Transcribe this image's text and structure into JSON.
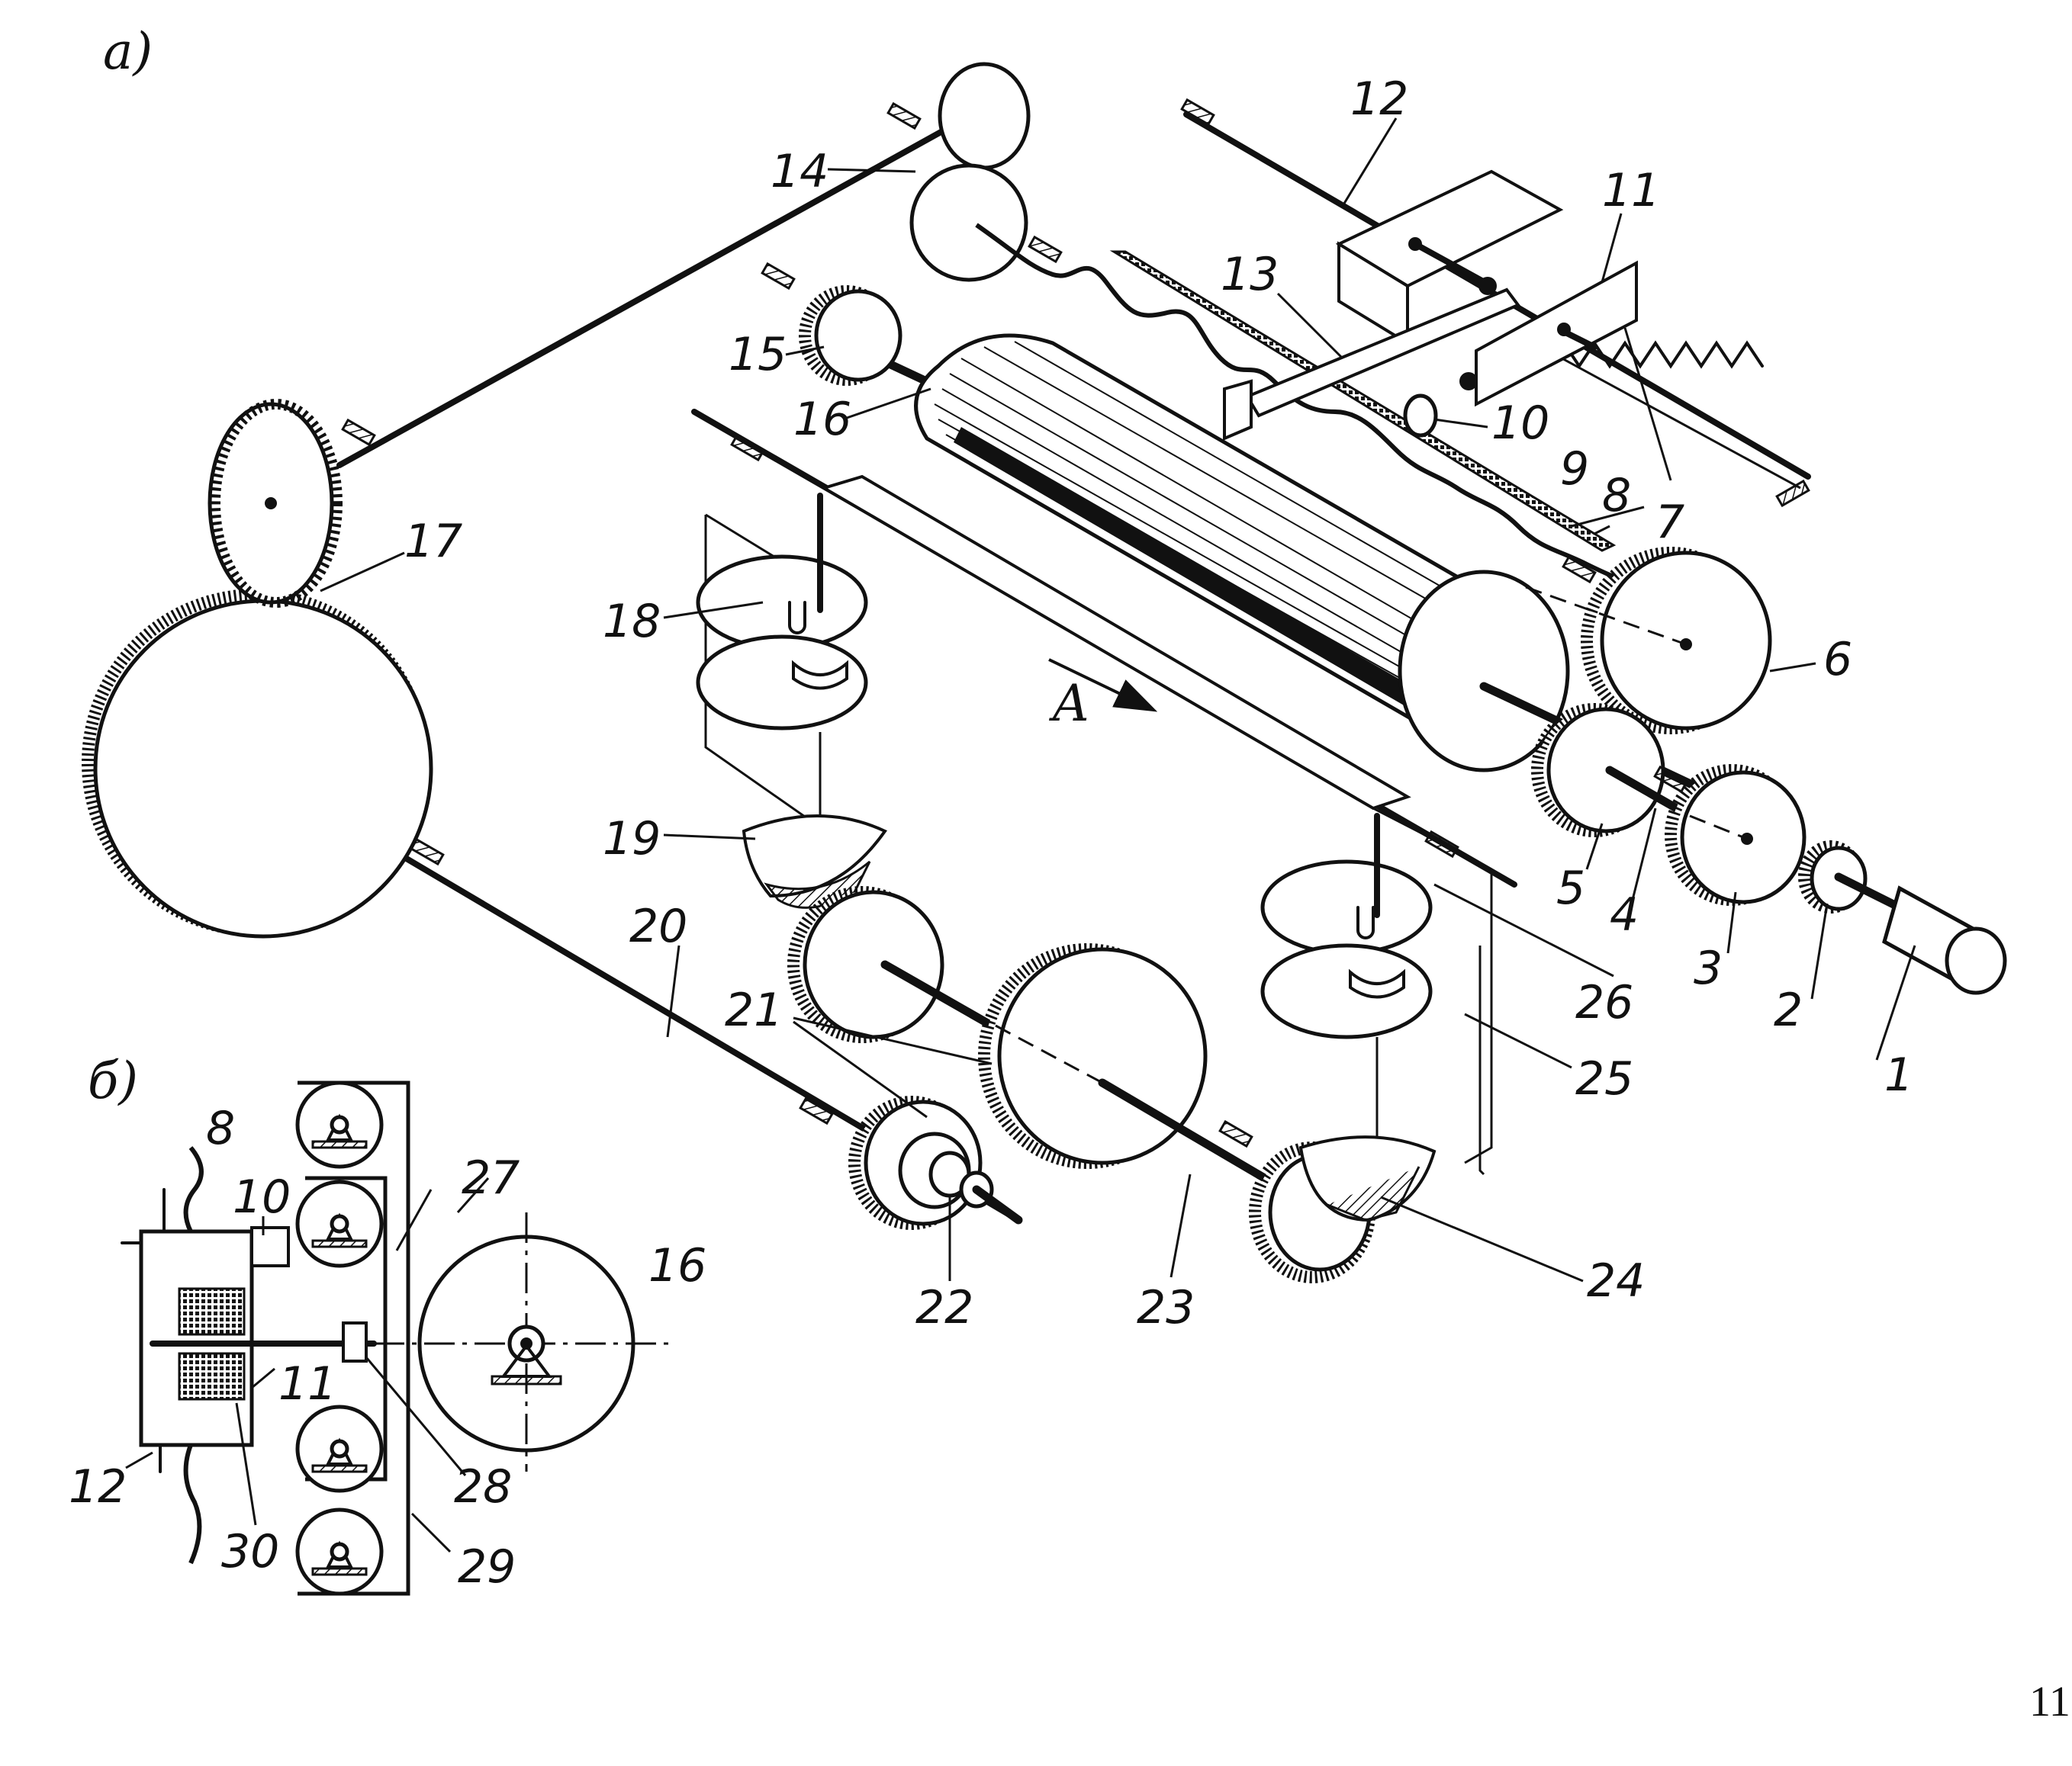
{
  "figure": {
    "panel_a_label": "а)",
    "panel_b_label": "б)",
    "page_number": "11",
    "arrow_label": "A"
  },
  "panel_a_labels": [
    "1",
    "2",
    "3",
    "4",
    "5",
    "6",
    "7",
    "8",
    "9",
    "10",
    "11",
    "12",
    "13",
    "14",
    "15",
    "16",
    "17",
    "18",
    "19",
    "20",
    "21",
    "22",
    "23",
    "24",
    "25",
    "26"
  ],
  "panel_b_labels": [
    "8",
    "10",
    "27",
    "16",
    "11",
    "12",
    "28",
    "30",
    "29"
  ],
  "colors": {
    "ink": "#111111",
    "paper": "#ffffff"
  }
}
